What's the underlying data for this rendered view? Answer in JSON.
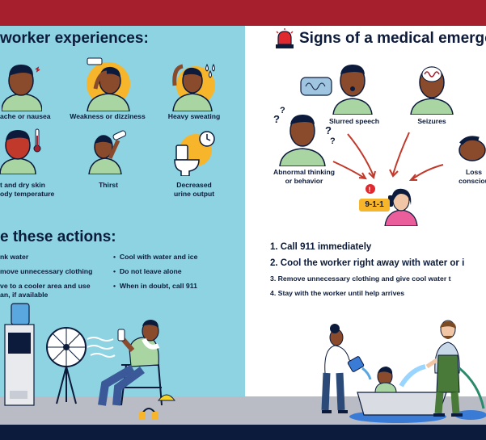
{
  "left_panel": {
    "heading_experiences": "worker experiences:",
    "symptoms": [
      {
        "label": "ache or nausea"
      },
      {
        "label": "Weakness or dizziness"
      },
      {
        "label": "Heavy sweating"
      },
      {
        "label_line1": "t and dry skin",
        "label_line2": "ody temperature"
      },
      {
        "label": "Thirst"
      },
      {
        "label_line1": "Decreased",
        "label_line2": "urine output"
      }
    ],
    "heading_actions": "e these actions:",
    "actions_col1": [
      {
        "text": "nk water"
      },
      {
        "text": "move unnecessary clothing"
      },
      {
        "line1": "ve to a cooler area and use",
        "line2": "an, if available"
      }
    ],
    "actions_col2": [
      {
        "text": "Cool with water and ice"
      },
      {
        "text": "Do not leave alone"
      },
      {
        "text": "When in doubt, call 911"
      }
    ],
    "bullet": "•"
  },
  "right_panel": {
    "heading": "Signs of a medical emerger",
    "signs": [
      {
        "label": "Slurred speech"
      },
      {
        "label": "Seizures"
      },
      {
        "label_line1": "Abnormal thinking",
        "label_line2": "or behavior"
      },
      {
        "label_line1": "Loss",
        "label_line2": "consciou"
      }
    ],
    "badge_911": "9-1-1",
    "steps": [
      {
        "text": "1. Call 911 immediately"
      },
      {
        "text": "2. Cool the worker right away with water or i"
      },
      {
        "text": "3. Remove unnecessary clothing and give cool water t"
      },
      {
        "text": "4. Stay with the worker until help arrives"
      }
    ]
  },
  "colors": {
    "top_bar": "#a51f2d",
    "bottom_bar": "#0c1b3b",
    "left_bg": "#8ed3e2",
    "text": "#0c1b3b",
    "skin": "#8a4b2c",
    "shirt_green": "#a8d5a2",
    "accent_yellow": "#f6b52a"
  }
}
